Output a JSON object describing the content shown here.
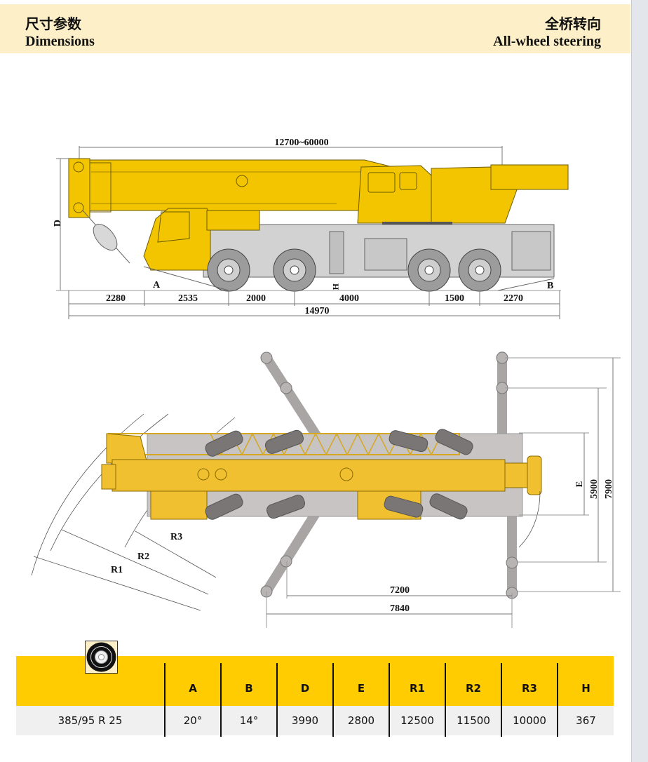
{
  "header": {
    "title_cn": "尺寸参数",
    "title_en": "Dimensions",
    "subtitle_cn": "全桥转向",
    "subtitle_en": "All-wheel steering"
  },
  "side_view": {
    "boom_length": "12700~60000",
    "height_label": "D",
    "approach_angle_label": "A",
    "departure_angle_label": "B",
    "ground_clearance_label": "H",
    "segments": [
      "2280",
      "2535",
      "2000",
      "4000",
      "1500",
      "2270"
    ],
    "overall_length": "14970"
  },
  "top_view": {
    "radius_labels": [
      "R1",
      "R2",
      "R3"
    ],
    "outrigger_width_label": "E",
    "outrigger_spans": [
      "5900",
      "7900"
    ],
    "outrigger_lengths": [
      "7200",
      "7840"
    ]
  },
  "colors": {
    "crane_yellow": "#f2c500",
    "topview_yellow": "#f0c030",
    "chassis_gray": "#c8c8c8",
    "table_header": "#fecc00",
    "table_row": "#f0f0f0",
    "header_band": "#fdf0c8"
  },
  "table": {
    "tire_icon": "tire-icon",
    "columns": [
      "",
      "A",
      "B",
      "D",
      "E",
      "R1",
      "R2",
      "R3",
      "H"
    ],
    "rows": [
      [
        "385/95 R 25",
        "20°",
        "14°",
        "3990",
        "2800",
        "12500",
        "11500",
        "10000",
        "367"
      ]
    ]
  }
}
